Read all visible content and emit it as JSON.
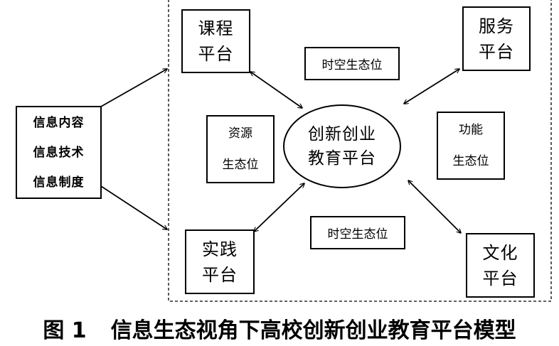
{
  "diagram": {
    "source_box": {
      "lines": [
        "信息内容",
        "信息技术",
        "信息制度"
      ]
    },
    "core": {
      "line1": "创新创业",
      "line2": "教育平台"
    },
    "platforms": {
      "course": {
        "line1": "课程",
        "line2": "平台"
      },
      "service": {
        "line1": "服务",
        "line2": "平台"
      },
      "practice": {
        "line1": "实践",
        "line2": "平台"
      },
      "culture": {
        "line1": "文化",
        "line2": "平台"
      }
    },
    "niches": {
      "space_time_top": "时空生态位",
      "space_time_bottom": "时空生态位",
      "resource": {
        "line1": "资源",
        "line2": "生态位"
      },
      "function": {
        "line1": "功能",
        "line2": "生态位"
      }
    }
  },
  "caption": {
    "figure_number": "图 1",
    "title": "信息生态视角下高校创新创业教育平台模型"
  }
}
